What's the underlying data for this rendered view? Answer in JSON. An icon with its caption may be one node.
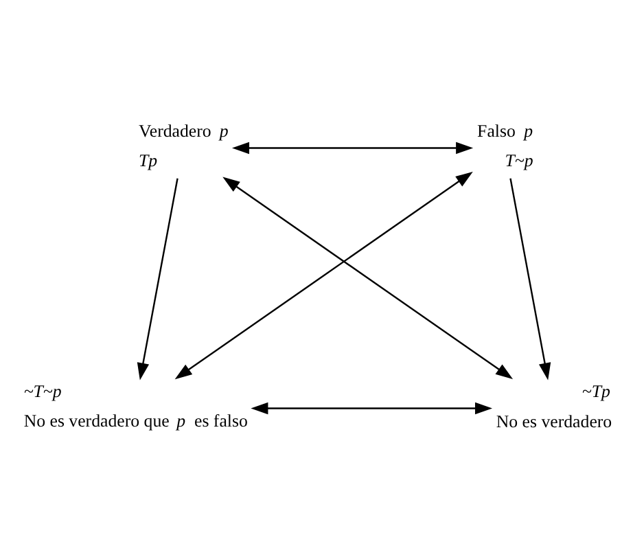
{
  "diagram": {
    "nodes": [
      {
        "text": [
          "*Tp*"
        ],
        "beside": [
          "Verdadero *p*"
        ]
      },
      {
        "text": [
          "*T~p*"
        ],
        "beside": [
          "Falso *p*"
        ]
      },
      {
        "text": [
          "*~T~p*"
        ],
        "beside": [
          "No es verdadero que *p* es falso"
        ]
      },
      {
        "text": [
          "*~Tp*"
        ],
        "beside": [
          "No es verdadero"
        ]
      }
    ],
    "edges": [
      {
        "from": 0,
        "to": 1,
        "arrow": "both"
      },
      {
        "from": 0,
        "to": 2,
        "arrow": "to"
      },
      {
        "from": 1,
        "to": 3,
        "arrow": "to"
      },
      {
        "from": 0,
        "to": 3,
        "arrow": "both"
      },
      {
        "from": 1,
        "to": 2,
        "arrow": "both"
      },
      {
        "from": 2,
        "to": 3,
        "arrow": "both"
      }
    ]
  }
}
